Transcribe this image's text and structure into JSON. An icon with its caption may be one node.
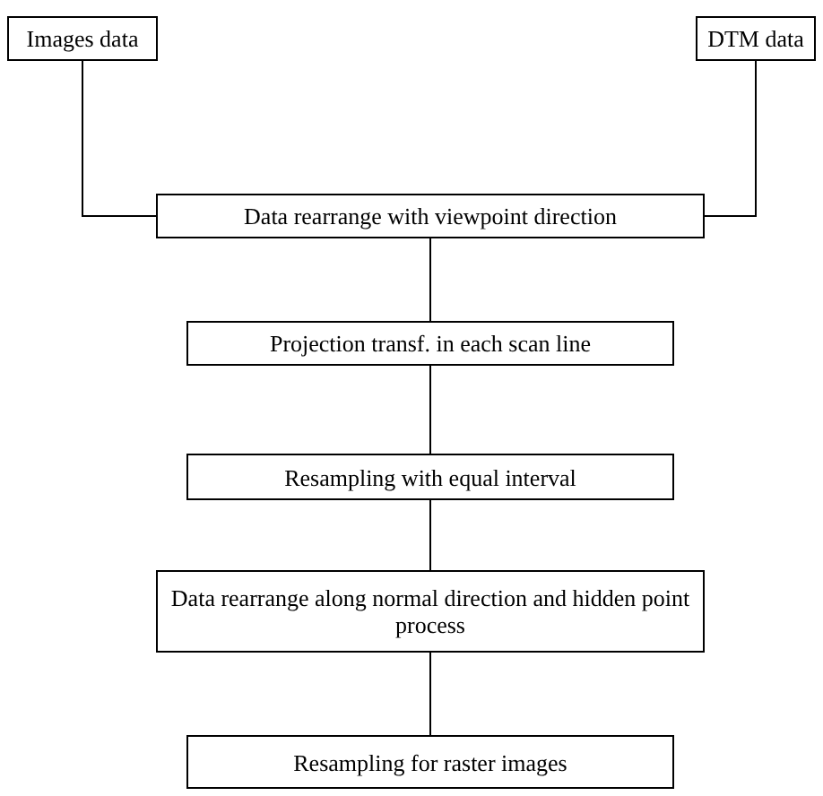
{
  "diagram": {
    "nodes": [
      {
        "text": [
          "Images data"
        ]
      },
      {
        "text": [
          "DTM data"
        ]
      },
      {
        "text": [
          "Data rearrange with viewpoint direction"
        ]
      },
      {
        "text": [
          "Projection transf. in each scan line"
        ]
      },
      {
        "text": [
          "Resampling with equal interval"
        ]
      },
      {
        "text": [
          "Data rearrange along normal direction and hidden point process"
        ]
      },
      {
        "text": [
          "Resampling for raster images"
        ]
      }
    ],
    "edges": [
      {
        "from": 0,
        "to": 2,
        "arrow": "none"
      },
      {
        "from": 1,
        "to": 2,
        "arrow": "none"
      },
      {
        "from": 2,
        "to": 3,
        "arrow": "none"
      },
      {
        "from": 3,
        "to": 4,
        "arrow": "none"
      },
      {
        "from": 4,
        "to": 5,
        "arrow": "none"
      },
      {
        "from": 5,
        "to": 6,
        "arrow": "none"
      }
    ]
  }
}
